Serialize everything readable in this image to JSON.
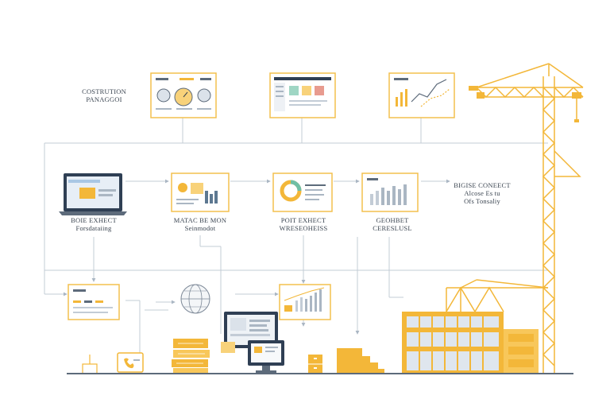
{
  "title": {
    "line1": "COSTRUTION",
    "line2": "PANAGGOI"
  },
  "right_note": {
    "line1": "BIGISE CONEECT",
    "line2": "Alcose Es tu",
    "line3": "Ofs Tonsaliy"
  },
  "stage_labels": [
    {
      "line1": "BOIE EXHECT",
      "line2": "Forsdataiing"
    },
    {
      "line1": "MATAC BE MON",
      "line2": "Seinmodot"
    },
    {
      "line1": "POIT EXHECT",
      "line2": "WRESEOHEISS"
    },
    {
      "line1": "GEOHBET",
      "line2": "CERESLUSL"
    }
  ],
  "icons": {
    "crane": "tower-crane-icon",
    "building": "building-icon",
    "laptop": "laptop-icon",
    "monitor": "monitor-icon",
    "globe": "globe-icon",
    "books": "book-stack-icon",
    "phone": "phone-icon"
  },
  "colors": {
    "accent": "#f3b739",
    "accent_light": "#f8d27a",
    "line": "#c3ccd6",
    "ground": "#5d6b7b",
    "screen": "#2f3f54",
    "text": "#3c4652"
  }
}
